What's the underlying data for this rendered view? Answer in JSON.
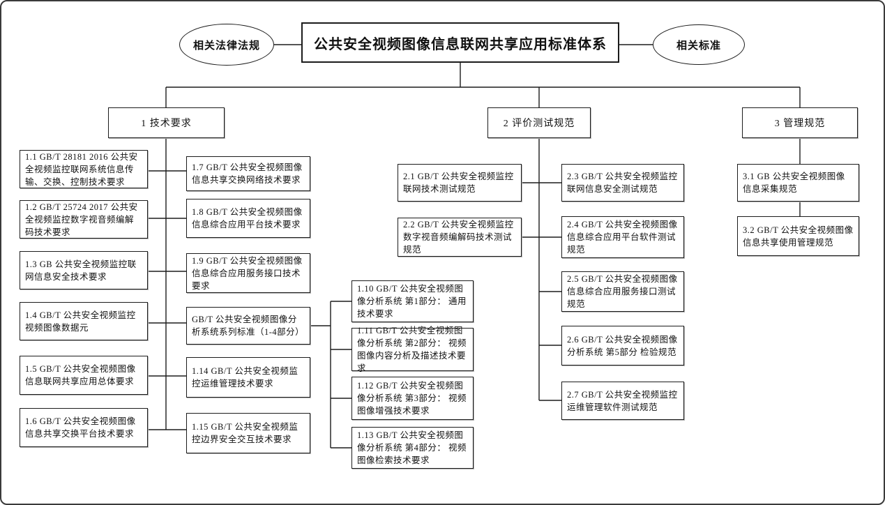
{
  "title": "公共安全视频图像信息联网共享应用标准体系",
  "ellipses": {
    "left": "相关法律法规",
    "right": "相关标准"
  },
  "categories": [
    "1 技术要求",
    "2 评价测试规范",
    "3 管理规范"
  ],
  "tech_left": [
    "1.1 GB/T 28181 2016 公共安全视频监控联网系统信息传输、交换、控制技术要求",
    "1.2 GB/T 25724 2017 公共安全视频监控数字视音频编解码技术要求",
    "1.3 GB 公共安全视频监控联网信息安全技术要求",
    "1.4 GB/T 公共安全视频监控视频图像数据元",
    "1.5 GB/T 公共安全视频图像信息联网共享应用总体要求",
    "1.6 GB/T 公共安全视频图像信息共享交换平台技术要求"
  ],
  "tech_right": [
    "1.7 GB/T 公共安全视频图像信息共享交换网络技术要求",
    "1.8 GB/T 公共安全视频图像信息综合应用平台技术要求",
    "1.9 GB/T 公共安全视频图像信息综合应用服务接口技术要求",
    "GB/T 公共安全视频图像分析系统系列标准（1-4部分）",
    "1.14 GB/T 公共安全视频监控运维管理技术要求",
    "1.15 GB/T 公共安全视频监控边界安全交互技术要求"
  ],
  "analysis": [
    "1.10 GB/T 公共安全视频图像分析系统 第1部分： 通用技术要求",
    "1.11 GB/T 公共安全视频图像分析系统 第2部分： 视频图像内容分析及描述技术要求",
    "1.12 GB/T 公共安全视频图像分析系统 第3部分： 视频图像增强技术要求",
    "1.13 GB/T 公共安全视频图像分析系统 第4部分： 视频图像检索技术要求"
  ],
  "test_left": [
    "2.1 GB/T 公共安全视频监控联网技术测试规范",
    "2.2 GB/T 公共安全视频监控数字视音频编解码技术测试规范"
  ],
  "test_right": [
    "2.3 GB/T 公共安全视频监控联网信息安全测试规范",
    "2.4 GB/T 公共安全视频图像信息综合应用平台软件测试规范",
    "2.5 GB/T 公共安全视频图像信息综合应用服务接口测试规范",
    "2.6 GB/T 公共安全视频图像分析系统 第5部分 检验规范",
    "2.7 GB/T 公共安全视频监控运维管理软件测试规范"
  ],
  "mgmt": [
    "3.1 GB 公共安全视频图像信息采集规范",
    "3.2 GB/T 公共安全视频图像信息共享使用管理规范"
  ]
}
